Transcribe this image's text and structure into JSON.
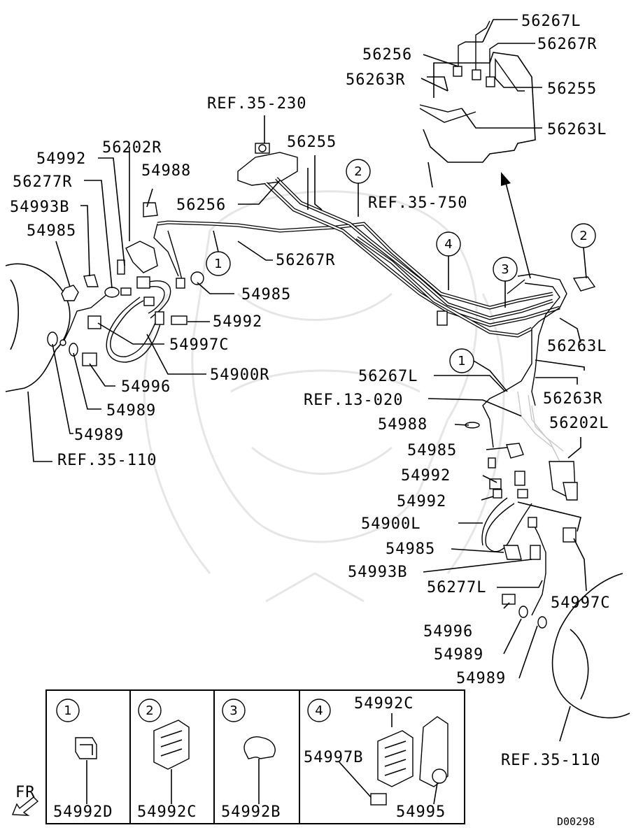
{
  "diagram": {
    "code": "D00298",
    "direction_label": "FR",
    "callouts": {
      "c1": "56267L",
      "c2": "56256",
      "c3": "56267R",
      "c4": "56263R",
      "c5": "56255",
      "c6": "56263L",
      "c7": "REF.35-230",
      "c8": "56255",
      "c9": "54992",
      "c10": "56202R",
      "c11": "54988",
      "c12": "56277R",
      "c13": "56256",
      "c14": "REF.35-750",
      "c15": "54993B",
      "c16": "54985",
      "c17": "56267R",
      "c18": "54985",
      "c19": "54992",
      "c20": "54997C",
      "c21": "54996",
      "c22": "54900R",
      "c23": "54989",
      "c24": "54989",
      "c25": "REF.35-110",
      "c26": "56263L",
      "c27": "56267L",
      "c28": "56263R",
      "c29": "REF.13-020",
      "c30": "54988",
      "c31": "56202L",
      "c32": "54985",
      "c33": "54992",
      "c34": "54992",
      "c35": "54900L",
      "c36": "54985",
      "c37": "54993B",
      "c38": "56277L",
      "c39": "54997C",
      "c40": "54996",
      "c41": "54989",
      "c42": "54989",
      "c43": "REF.35-110"
    },
    "markers": [
      "1",
      "2",
      "3",
      "4",
      "2",
      "1"
    ],
    "legend": [
      {
        "num": "1",
        "part": "54992D"
      },
      {
        "num": "2",
        "part": "54992C"
      },
      {
        "num": "3",
        "part": "54992B"
      },
      {
        "num": "4",
        "part": "54995",
        "sub_parts": [
          "54992C",
          "54997B"
        ]
      }
    ]
  }
}
